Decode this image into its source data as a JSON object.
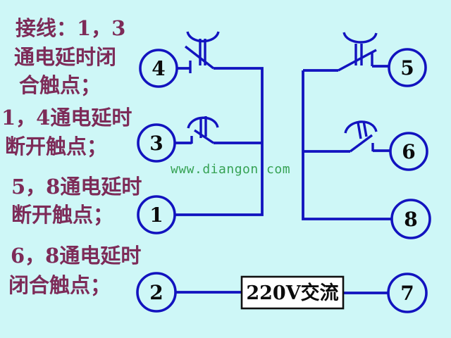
{
  "colors": {
    "background": "#CEF7F7",
    "wire": "#1213BF",
    "note_text": "#7D2B58",
    "watermark": "#36A254",
    "number_text": "#0B0B0B",
    "box_border": "#101010",
    "box_fill": "#FFFFFF"
  },
  "notes": [
    "接线：1，3",
    "通电延时闭",
    "合触点；",
    "1，4通电延时",
    "断开触点；",
    "5，8通电延时",
    "断开触点；",
    "6，8通电延时",
    "闭合触点；"
  ],
  "watermark": "www.diangon.com",
  "power_label": "220V交流",
  "terminals": {
    "t4": "4",
    "t3": "3",
    "t1": "1",
    "t2": "2",
    "t5": "5",
    "t6": "6",
    "t8": "8",
    "t7": "7"
  }
}
